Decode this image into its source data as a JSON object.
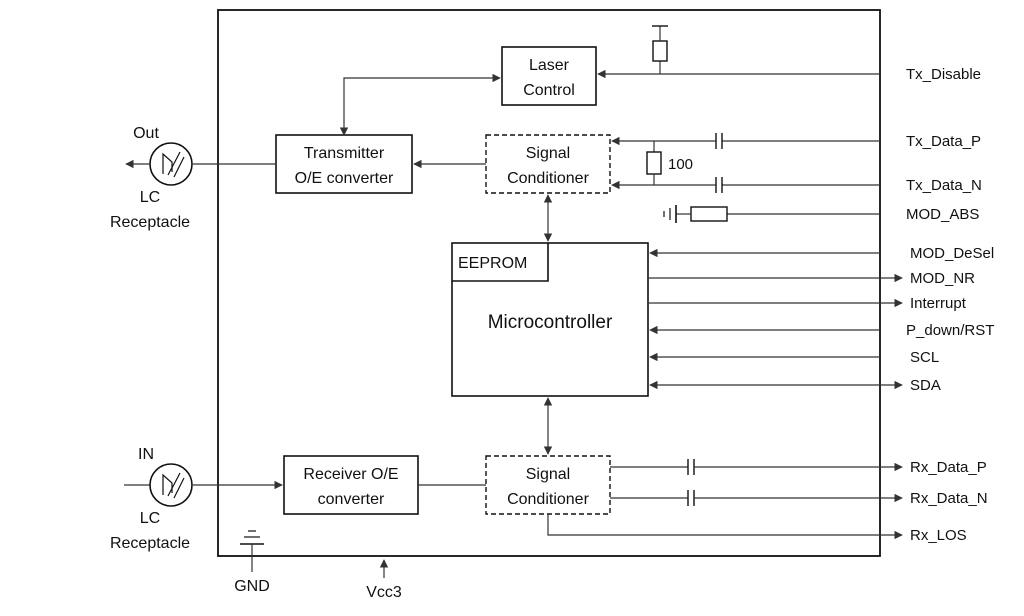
{
  "blocks": {
    "laser_control": [
      "Laser",
      "Control"
    ],
    "transmitter": [
      "Transmitter",
      "O/E converter"
    ],
    "tx_conditioner": [
      "Signal",
      "Conditioner"
    ],
    "eeprom": "EEPROM",
    "microcontroller": "Microcontroller",
    "receiver": [
      "Receiver O/E",
      "converter"
    ],
    "rx_conditioner": [
      "Signal",
      "Conditioner"
    ]
  },
  "resistor_value": "100",
  "optical": {
    "out_label": "Out",
    "in_label": "IN",
    "receptacle_top": [
      "LC",
      "Receptacle"
    ],
    "receptacle_bottom": [
      "LC",
      "Receptacle"
    ]
  },
  "power": {
    "gnd": "GND",
    "vcc": "Vcc3"
  },
  "pins": {
    "tx_disable": "Tx_Disable",
    "tx_data_p": "Tx_Data_P",
    "tx_data_n": "Tx_Data_N",
    "mod_abs": "MOD_ABS",
    "mod_desel": "MOD_DeSel",
    "mod_nr": "MOD_NR",
    "interrupt": "Interrupt",
    "p_down_rst": "P_down/RST",
    "scl": "SCL",
    "sda": "SDA",
    "rx_data_p": "Rx_Data_P",
    "rx_data_n": "Rx_Data_N",
    "rx_los": "Rx_LOS"
  }
}
